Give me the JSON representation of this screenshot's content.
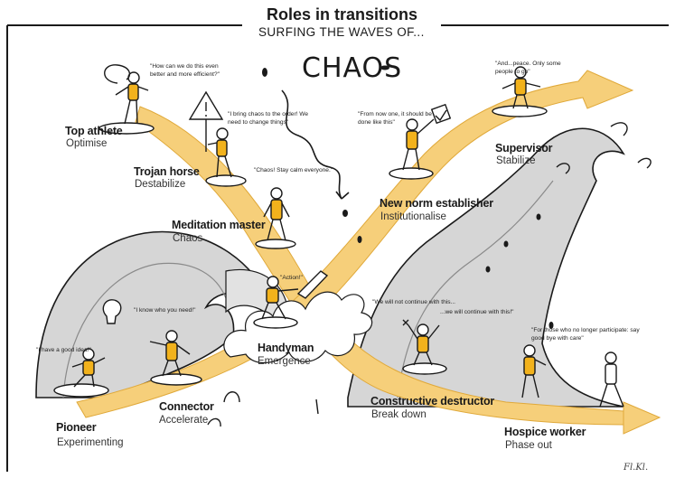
{
  "title": "Roles in transitions",
  "subtitle": "SURFING THE WAVES OF...",
  "headline": "CHAOS",
  "colors": {
    "accent": "#f2b21c",
    "band": "#f6cf7a",
    "ink": "#1a1a1a",
    "wave": "#cfcfcf"
  },
  "roles": [
    {
      "name": "Top athlete",
      "action": "Optimise",
      "quote": "\"How can we do this even better and more efficient?\""
    },
    {
      "name": "Trojan horse",
      "action": "Destabilize",
      "quote": "\"I bring chaos to the order! We need to change things\""
    },
    {
      "name": "Meditation master",
      "action": "Chaos",
      "quote": "\"Chaos! Stay calm everyone.\""
    },
    {
      "name": "New norm establisher",
      "action": "Institutionalise",
      "quote": "\"From now one, it should be done like this\""
    },
    {
      "name": "Supervisor",
      "action": "Stabilize",
      "quote": "\"And...peace. Only some people to go\""
    },
    {
      "name": "Handyman",
      "action": "Emergence",
      "quote": "\"Action!\""
    },
    {
      "name": "Pioneer",
      "action": "Experimenting",
      "quote": "\"I have a good idea!\""
    },
    {
      "name": "Connector",
      "action": "Accelerate",
      "quote": "\"I know who you need!\""
    },
    {
      "name": "Constructive destructor",
      "action": "Break down",
      "quote": "\"We will not continue with this...",
      "quote2": "...we will continue with this!\""
    },
    {
      "name": "Hospice worker",
      "action": "Phase out",
      "quote": "\"For those who no longer participate: say good bye with care\""
    }
  ],
  "signature": "Fl.Kl."
}
